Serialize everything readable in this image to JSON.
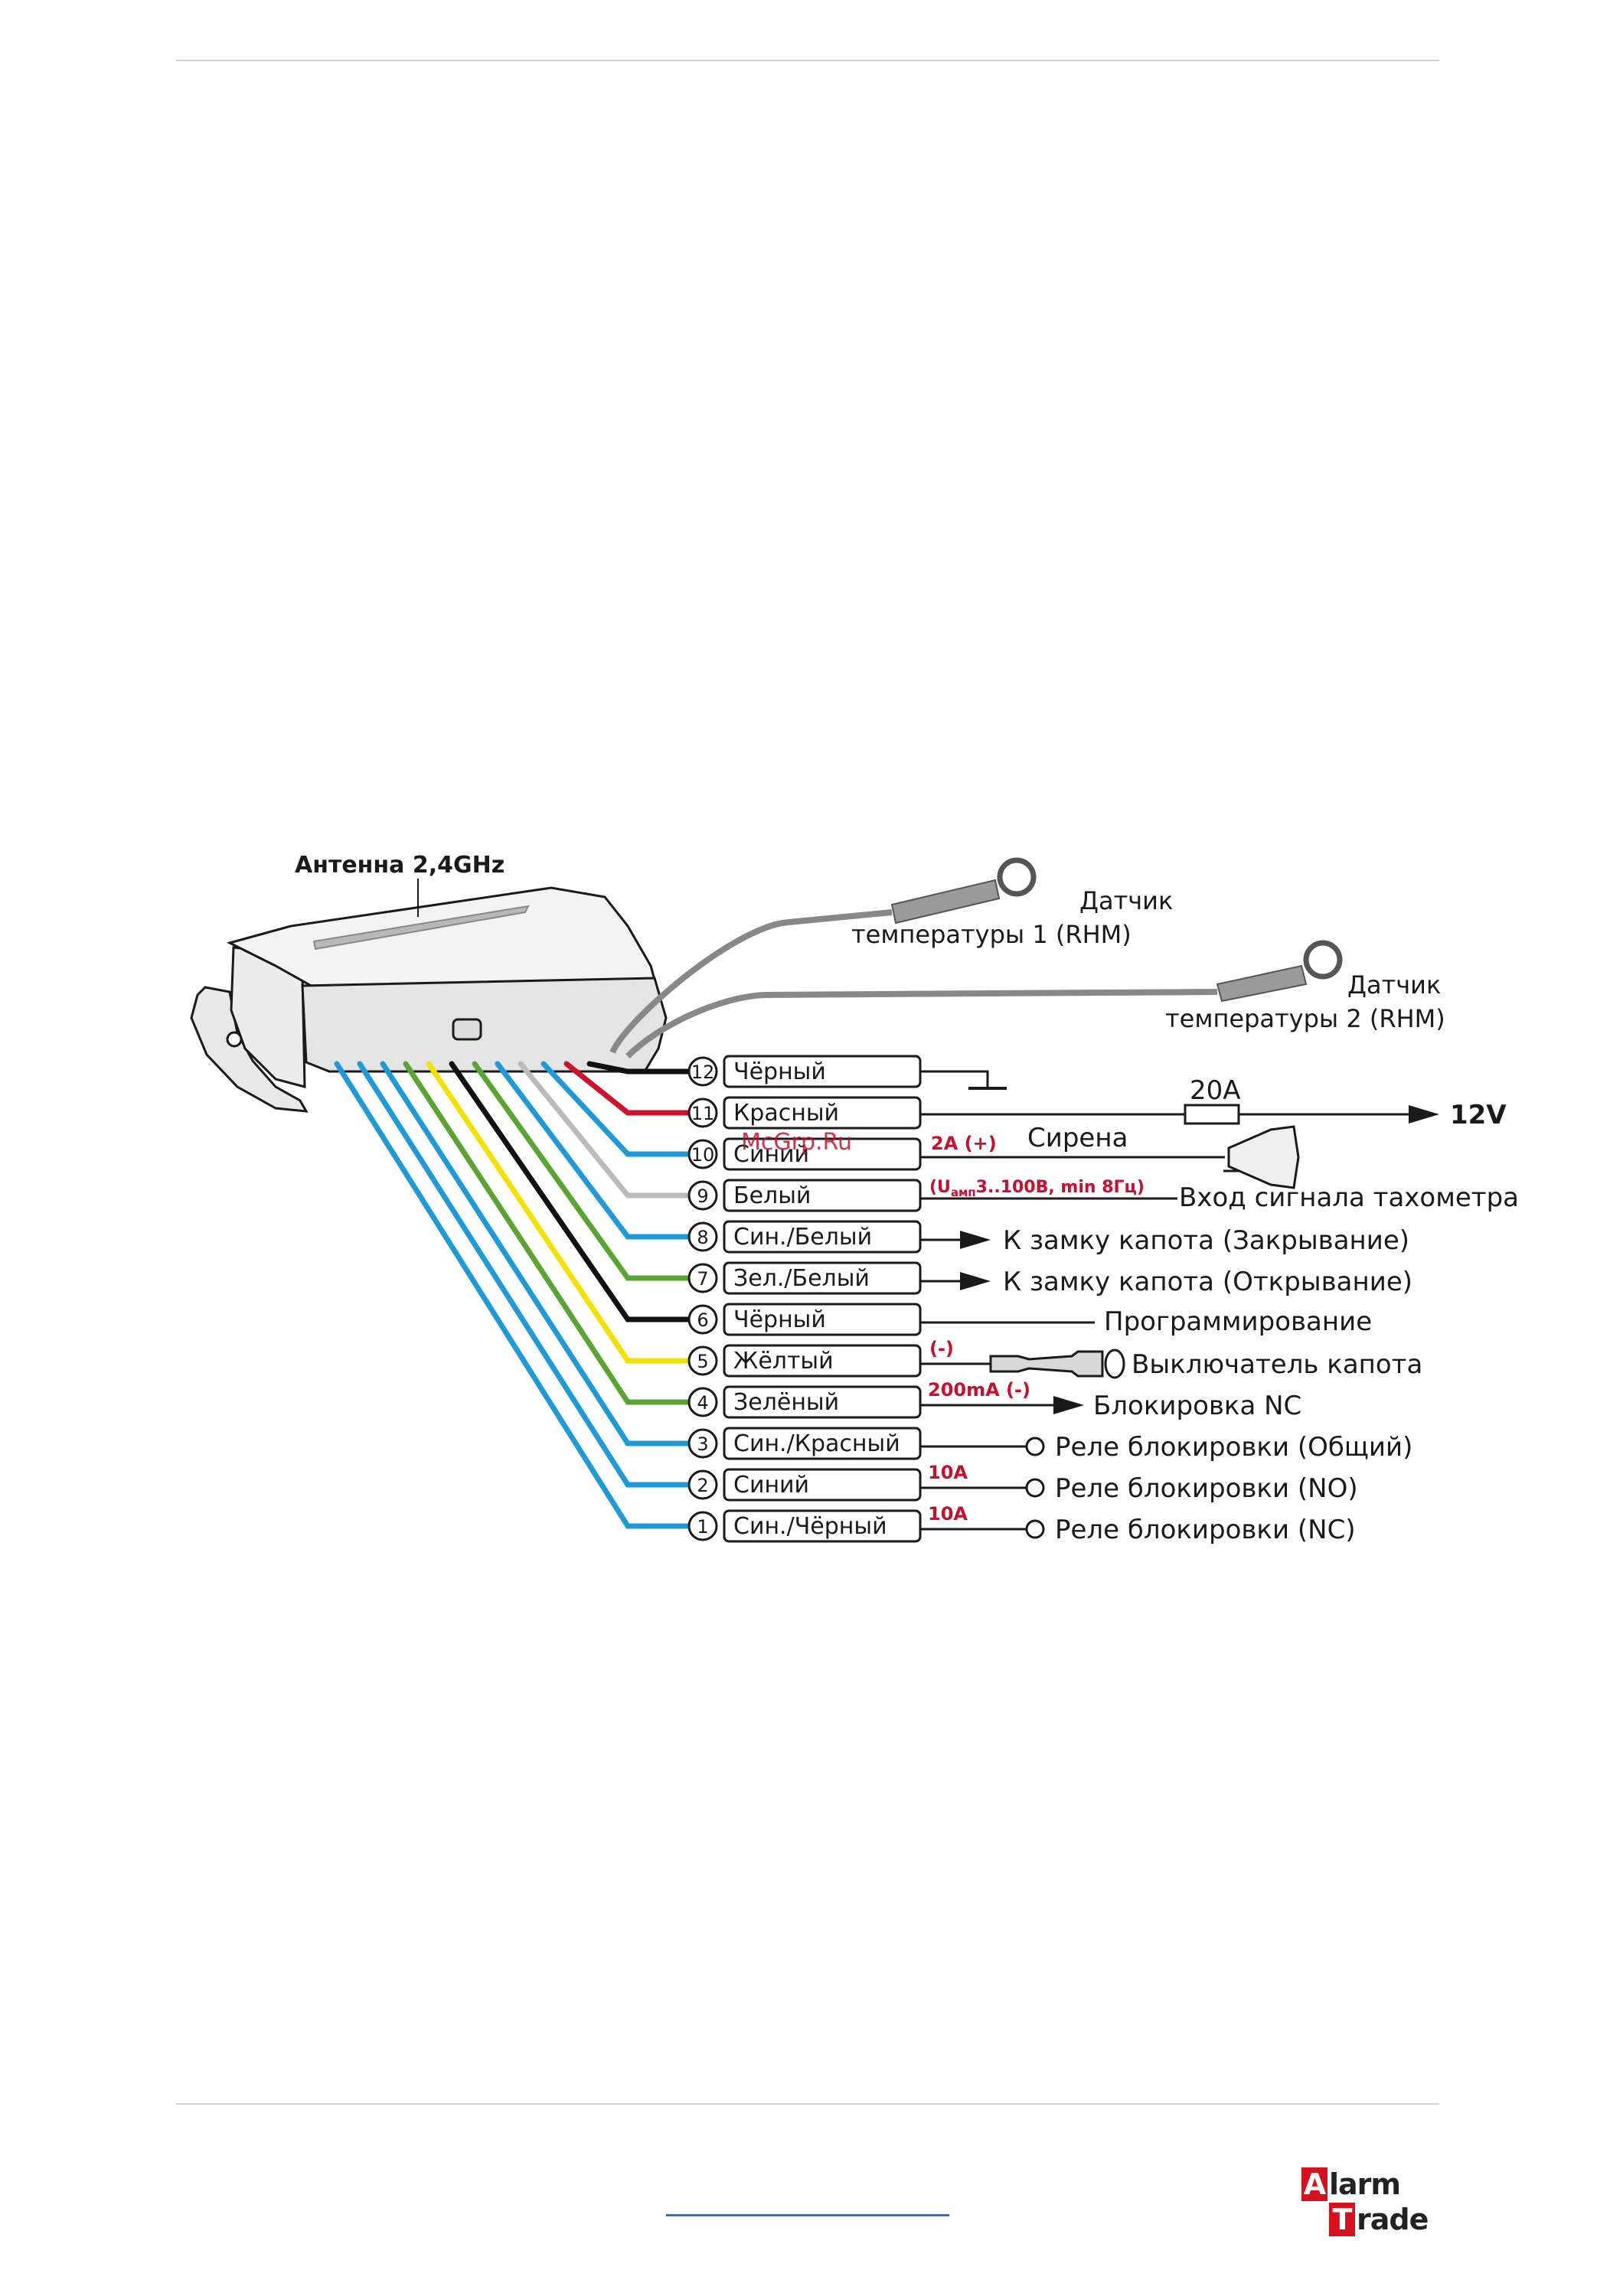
{
  "antenna_label": "Антенна 2,4GHz",
  "temp_sensor_1": [
    "Датчик",
    "температуры 1 (RHM)"
  ],
  "temp_sensor_2": [
    "Датчик",
    "температуры 2 (RHM)"
  ],
  "watermark": "McGrp.Ru",
  "wires": [
    {
      "num": "12",
      "label": "Чёрный",
      "color": "#111111"
    },
    {
      "num": "11",
      "label": "Красный",
      "color": "#d0112b"
    },
    {
      "num": "10",
      "label": "Синий",
      "color": "#1f9ad8"
    },
    {
      "num": "9",
      "label": "Белый",
      "color": "#bbbbbb"
    },
    {
      "num": "8",
      "label": "Син./Белый",
      "color": "#1f9ad8"
    },
    {
      "num": "7",
      "label": "Зел./Белый",
      "color": "#5aa531"
    },
    {
      "num": "6",
      "label": "Чёрный",
      "color": "#111111"
    },
    {
      "num": "5",
      "label": "Жёлтый",
      "color": "#f5e100"
    },
    {
      "num": "4",
      "label": "Зелёный",
      "color": "#5aa531"
    },
    {
      "num": "3",
      "label": "Син./Красный",
      "color": "#1f9ad8"
    },
    {
      "num": "2",
      "label": "Синий",
      "color": "#1f9ad8"
    },
    {
      "num": "1",
      "label": "Син./Чёрный",
      "color": "#1f9ad8"
    }
  ],
  "connections": {
    "fuse_rating": "20A",
    "power": "12V",
    "siren_current": "2A (+)",
    "siren": "Сирена",
    "tacho_spec_u": "(U",
    "tacho_spec_sub": "амп",
    "tacho_spec_rest": "3..100В, min 8Гц)",
    "tacho_input": "Вход сигнала тахометра",
    "hood_lock_close": "К замку капота (Закрывание)",
    "hood_lock_open": "К замку капота (Открывание)",
    "programming": "Программирование",
    "hood_switch_polarity": "(-)",
    "hood_switch": "Выключатель капота",
    "block_nc_current": "200mA (-)",
    "block_nc": "Блокировка NC",
    "relay_common": "Реле блокировки (Общий)",
    "relay_no_current": "10A",
    "relay_no": "Реле блокировки (NO)",
    "relay_nc_current": "10A",
    "relay_nc": "Реле блокировки (NC)"
  },
  "logo": {
    "line1_cap": "A",
    "line1_rest": "larm",
    "line2_cap": "T",
    "line2_rest": "rade"
  }
}
